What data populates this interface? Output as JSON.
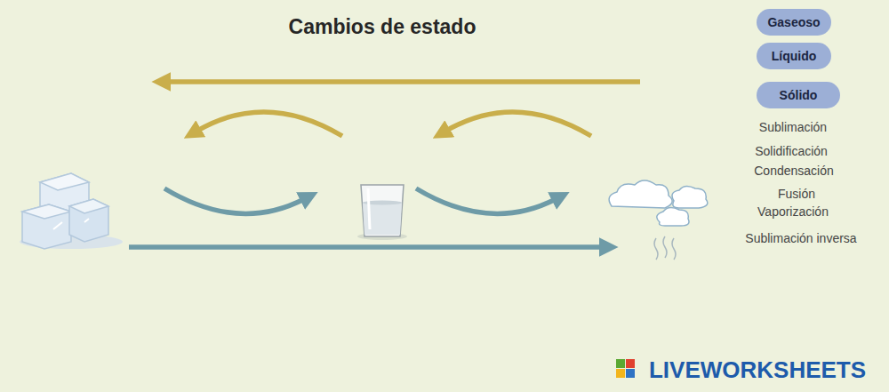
{
  "diagram": {
    "title": "Cambios de estado",
    "nodes": [
      {
        "text": [
          "Gaseoso"
        ]
      },
      {
        "text": [
          "Líquido"
        ]
      },
      {
        "text": [
          "Sólido"
        ]
      }
    ],
    "labels": [
      "Sublimación",
      "Solidificación",
      "Condensación",
      "Fusión",
      "Vaporización",
      "Sublimación inversa",
      "LIVEWORKSHEETS"
    ]
  }
}
